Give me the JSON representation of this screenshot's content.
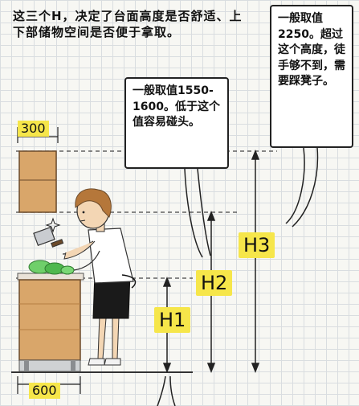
{
  "intro": {
    "text": "这三个H，决定了台面高度是否舒适、上下部储物空间是否便于拿取。"
  },
  "callouts": {
    "upper": "一般取值2250。超过这个高度，徒手够不到，需要踩凳子。",
    "lower": "一般取值1550-1600。低于这个值容易碰头。"
  },
  "heights": {
    "h1": "H1",
    "h2": "H2",
    "h3": "H3"
  },
  "dimensions": {
    "cabinet_width": "300",
    "counter_depth": "600"
  },
  "colors": {
    "label_yellow": "#f6e64a",
    "wood": "#d9a66a",
    "wood_dark": "#b57e43"
  }
}
